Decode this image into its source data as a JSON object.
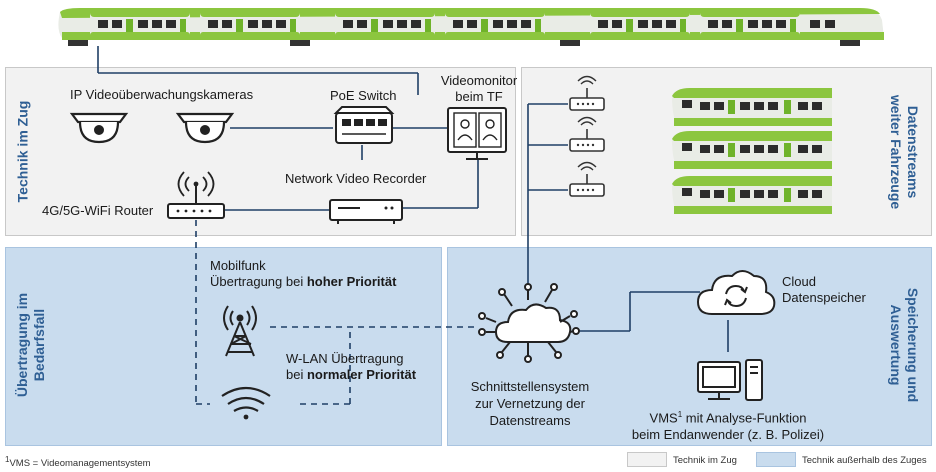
{
  "sections": {
    "technik_im_zug": "Technik im Zug",
    "datenstreams_line1": "Datenstreams",
    "datenstreams_line2": "weiter Fahrzeuge",
    "uebertragung_line1": "Übertragung im",
    "uebertragung_line2": "Bedarfsfall",
    "speicherung_line1": "Speicherung und",
    "speicherung_line2": "Auswertung"
  },
  "labels": {
    "cameras": "IP Videoüberwachungskameras",
    "poe_switch": "PoE Switch",
    "monitor_line1": "Videomonitor",
    "monitor_line2": "beim TF",
    "nvr": "Network Video Recorder",
    "router": "4G/5G-WiFi Router",
    "mobilfunk_line1": "Mobilfunk",
    "mobilfunk_line2_prefix": "Übertragung bei ",
    "mobilfunk_line2_bold": "hoher Priorität",
    "wlan_line1": "W-LAN Übertragung",
    "wlan_line2_prefix": "bei ",
    "wlan_line2_bold": "normaler Priorität",
    "schnitt_line1": "Schnittstellensystem",
    "schnitt_line2": "zur Vernetzung der",
    "schnitt_line3": "Datenstreams",
    "cloud_line1": "Cloud",
    "cloud_line2": "Datenspeicher",
    "vms_prefix": "VMS",
    "vms_sup": "1",
    "vms_suffix": " mit Analyse-Funktion",
    "vms_line2": "beim Endanwender (z. B. Polizei)"
  },
  "footnote": {
    "sup": "1",
    "text": "VMS = Videomanagementsystem"
  },
  "legend": {
    "inside": "Technik im Zug",
    "outside": "Technik außerhalb des Zuges"
  },
  "colors": {
    "panel_grey": "#f2f2f2",
    "panel_blue": "#c9dcee",
    "heading_blue": "#2f5f94",
    "line_dark": "#1f3f66",
    "train_green": "#8cc63f"
  }
}
